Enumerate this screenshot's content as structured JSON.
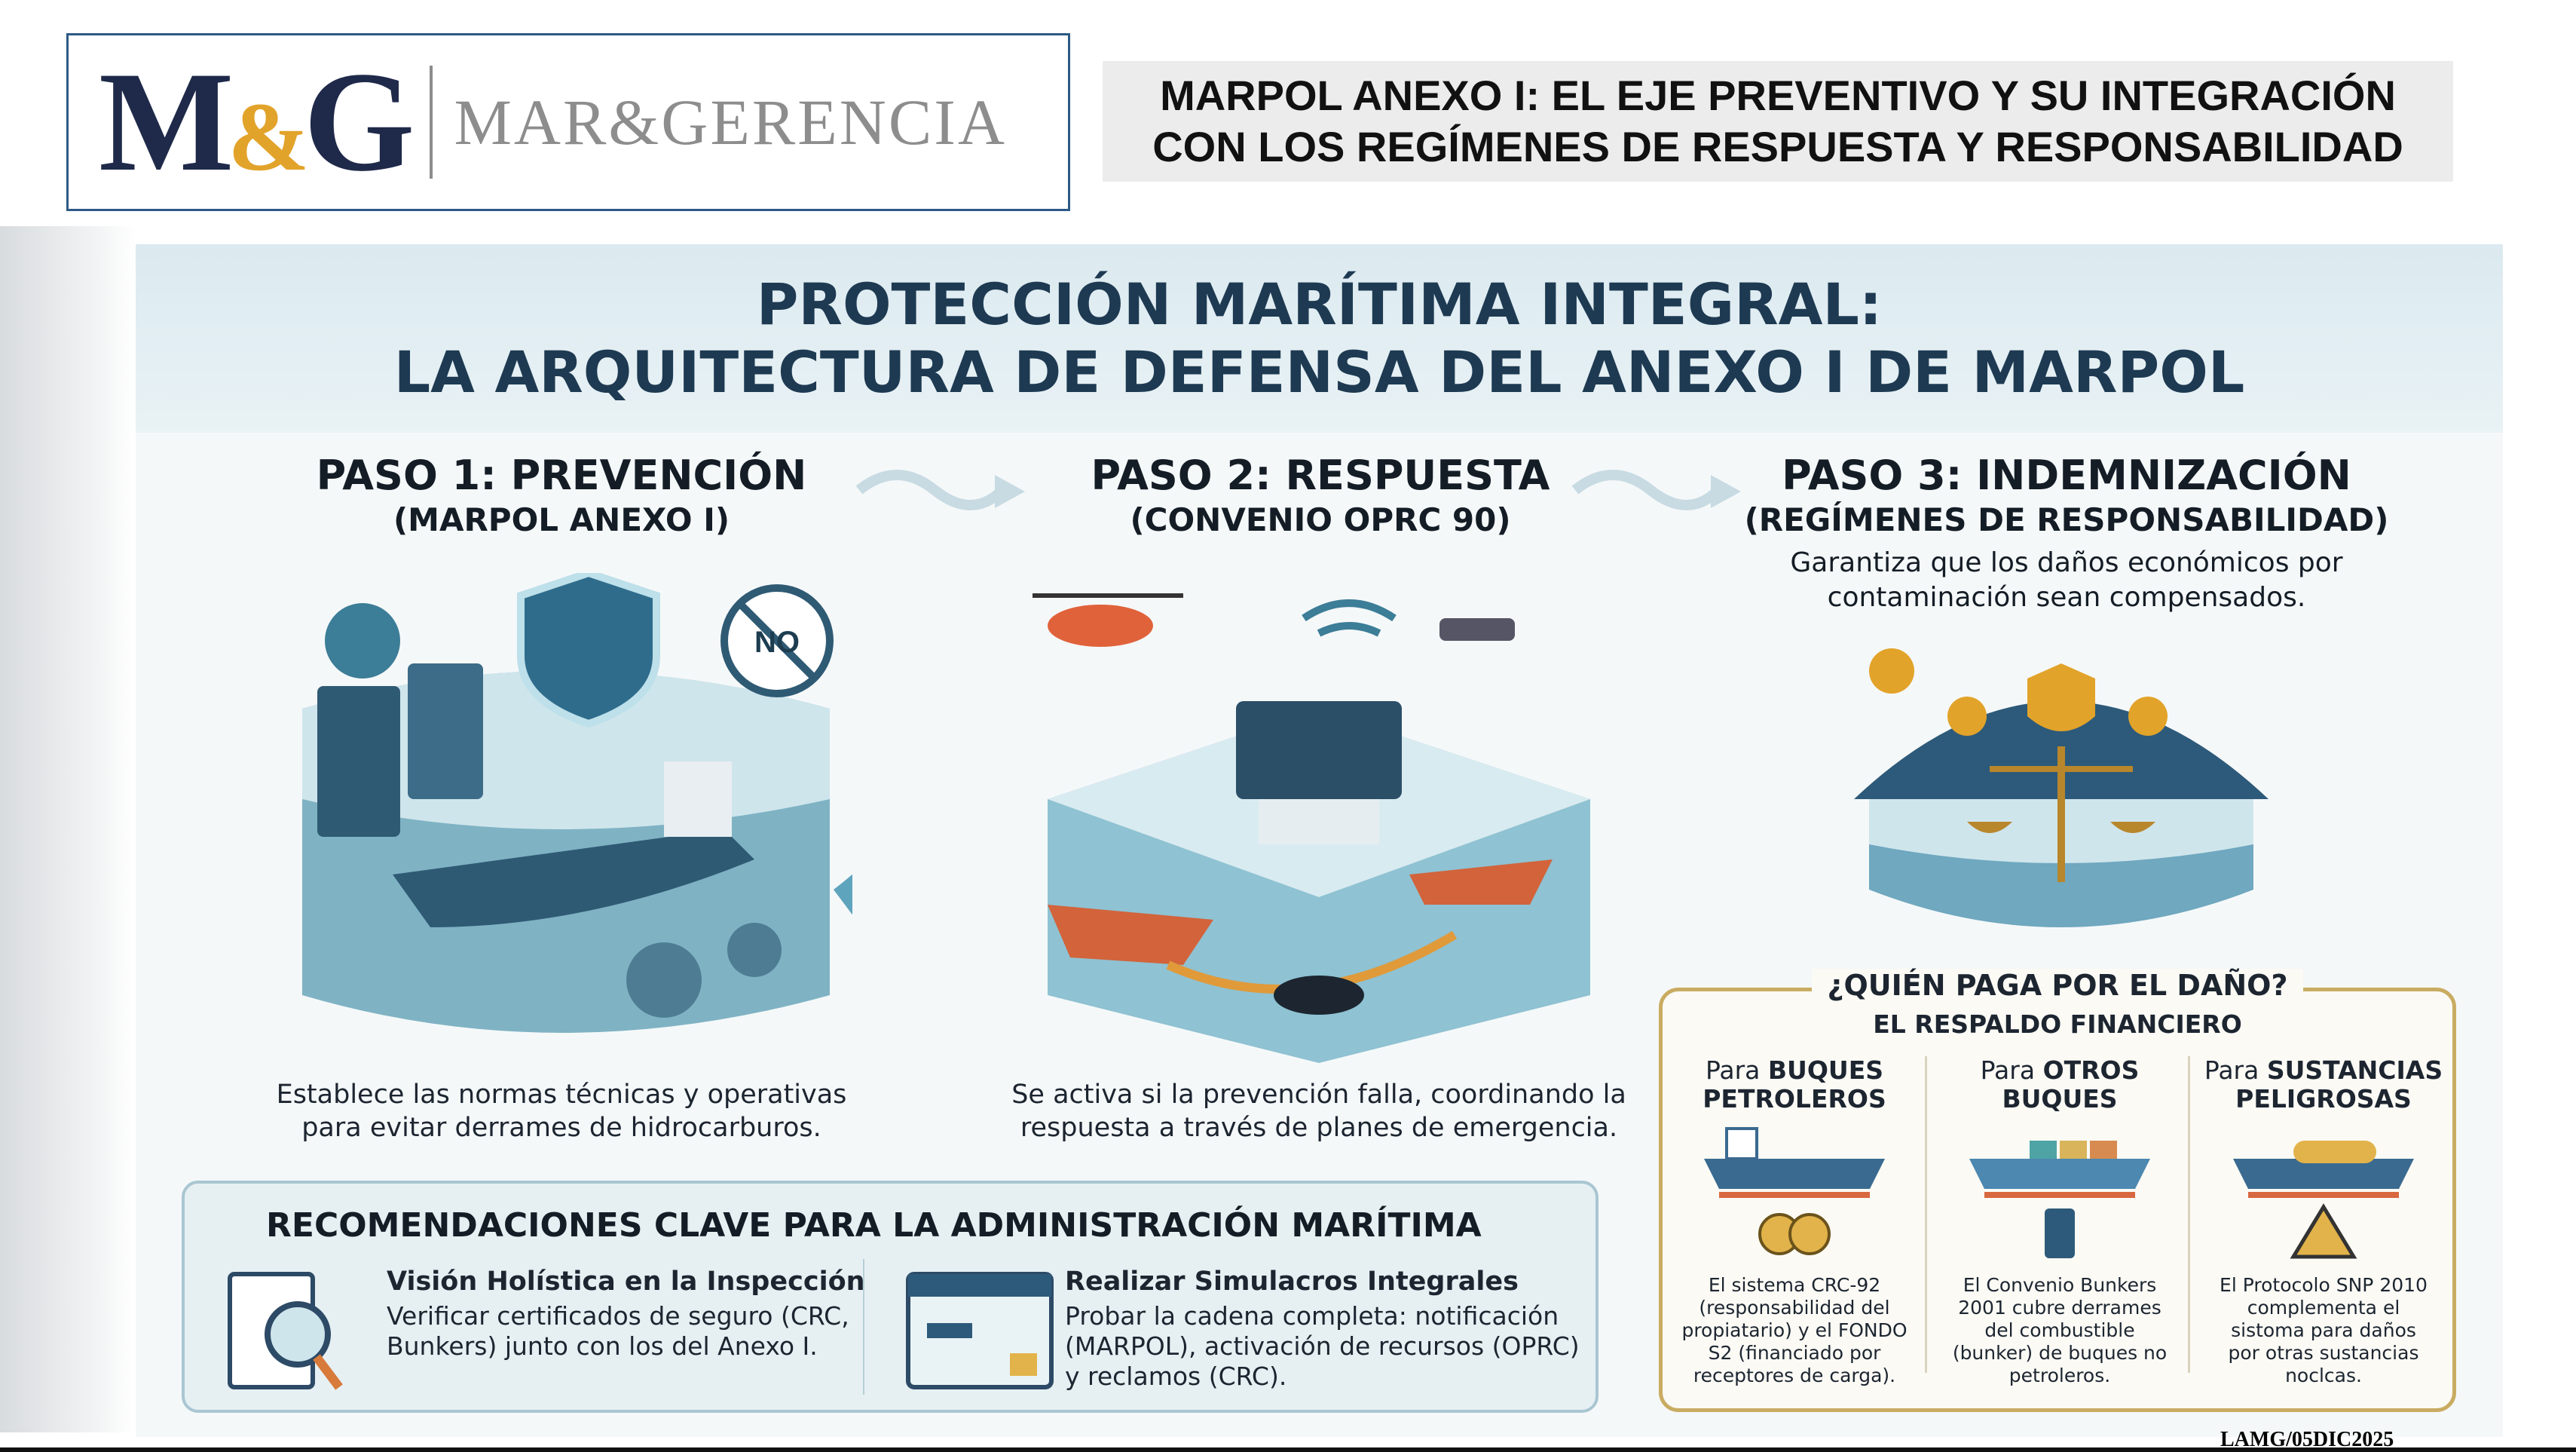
{
  "logo": {
    "mark": "M&G",
    "name": "MAR&GERENCIA"
  },
  "header": {
    "line1": "MARPOL ANEXO I: EL EJE PREVENTIVO Y SU INTEGRACIÓN",
    "line2": "CON LOS REGÍMENES DE RESPUESTA Y RESPONSABILIDAD"
  },
  "infographic": {
    "title1": "PROTECCIÓN MARÍTIMA INTEGRAL:",
    "title2": "LA ARQUITECTURA DE DEFENSA DEL ANEXO I DE MARPOL",
    "steps": [
      {
        "title": "PASO 1: PREVENCIÓN",
        "subtitle": "(MARPOL ANEXO I)",
        "badge": "NO",
        "desc1": "Establece las normas técnicas y operativas",
        "desc2": "para evitar derrames de hidrocarburos."
      },
      {
        "title": "PASO 2: RESPUESTA",
        "subtitle": "(CONVENIO OPRC 90)",
        "desc1": "Se activa si la prevención falla, coordinando la",
        "desc2": "respuesta a través de planes de emergencia."
      },
      {
        "title": "PASO 3: INDEMNIZACIÓN",
        "subtitle": "(REGÍMENES DE RESPONSABILIDAD)",
        "desc1": "Garantiza que los daños económicos por",
        "desc2": "contaminación sean compensados."
      }
    ],
    "recommendations": {
      "title": "RECOMENDACIONES CLAVE PARA LA ADMINISTRACIÓN MARÍTIMA",
      "items": [
        {
          "title": "Visión Holística en la Inspección",
          "lines": [
            "Verificar certificados de seguro (CRC,",
            "Bunkers) junto con los del Anexo I."
          ]
        },
        {
          "title": "Realizar Simulacros Integrales",
          "lines": [
            "Probar la cadena completa: notificación",
            "(MARPOL), activación de recursos (OPRC)",
            "y reclamos (CRC)."
          ]
        }
      ]
    },
    "payer": {
      "title": "¿QUIÉN PAGA POR EL DAÑO?",
      "subtitle": "EL RESPALDO FINANCIERO",
      "columns": [
        {
          "prefix": "Para",
          "bold1": "BUQUES",
          "bold2": "PETROLEROS",
          "lines": [
            "El sistema CRC-92",
            "(responsabilidad del",
            "propiatario) y el FONDO",
            "S2 (financiado por",
            "receptores de carga)."
          ]
        },
        {
          "prefix": "Para",
          "bold1": "OTROS",
          "bold2": "BUQUES",
          "lines": [
            "El Convenio Bunkers",
            "2001 cubre derrames",
            "del combustible",
            "(bunker) de buques no",
            "petroleros."
          ]
        },
        {
          "prefix": "Para",
          "bold1": "SUSTANCIAS",
          "bold2": "PELIGROSAS",
          "lines": [
            "El Protocolo SNP 2010",
            "complementa el",
            "sistoma para daños",
            "por otras sustancias",
            "noclcas."
          ]
        }
      ]
    }
  },
  "footer": {
    "stamp": "LAMG/05DIC2025"
  },
  "colors": {
    "navy": "#1f2a4a",
    "gold": "#e2a32a",
    "teal": "#4f95ad",
    "frame": "#c9ac62"
  }
}
